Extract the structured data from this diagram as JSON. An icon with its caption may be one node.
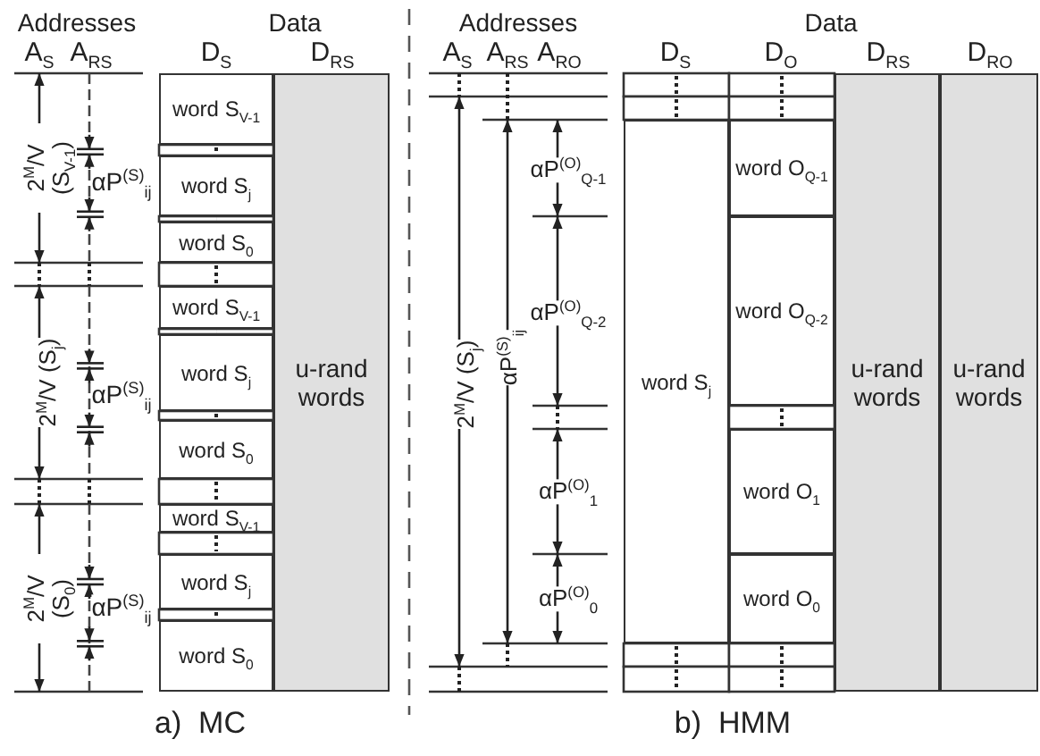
{
  "diagram": {
    "nodes": [
      {
        "text": [
          "word S$_{V-1}$"
        ]
      },
      {
        "text": [
          "word S$_{j}$"
        ]
      },
      {
        "text": [
          "word S$_{0}$"
        ]
      },
      {
        "text": [
          "word S$_{V-1}$"
        ]
      },
      {
        "text": [
          "word S$_{j}$"
        ]
      },
      {
        "text": [
          "word S$_{0}$"
        ]
      },
      {
        "text": [
          "word S$_{V-1}$"
        ]
      },
      {
        "text": [
          "word S$_{j}$"
        ]
      },
      {
        "text": [
          "word S$_{0}$"
        ]
      },
      {
        "text": [
          "u-rand words"
        ]
      },
      {
        "text": [
          "word S$_{j}$"
        ]
      },
      {
        "text": [
          "word O$_{Q-1}$"
        ]
      },
      {
        "text": [
          "word O$_{Q-2}$"
        ]
      },
      {
        "text": [
          "word O$_{1}$"
        ]
      },
      {
        "text": [
          "word O$_{0}$"
        ]
      },
      {
        "text": [
          "u-rand words"
        ]
      },
      {
        "text": [
          "u-rand words"
        ]
      }
    ],
    "labels": [
      "Addresses",
      "Data",
      "A$_{S}$",
      "A$_{RS}$",
      "D$_{S}$",
      "D$_{RS}$",
      "Addresses",
      "Data",
      "A$_{S}$",
      "A$_{RS}$",
      "A$_{RO}$",
      "D$_{S}$",
      "D$_{O}$",
      "D$_{RS}$",
      "D$_{RO}$",
      "2$^{M}$/V (S$_{V-1}$)",
      "αP$^{(S)}$$_{ij}$",
      "2$^{M}$/V (S$_{j}$)",
      "αP$^{(S)}$$_{ij}$",
      "2$^{M}$/V (S$_{0}$)",
      "αP$^{(S)}$$_{ij}$",
      "2$^{M}$/V (S$_{j}$)",
      "αP$^{(S)}$$_{ij}$",
      "αP$^{(O)}$$_{Q-1}$",
      "αP$^{(O)}$$_{Q-2}$",
      "αP$^{(O)}$$_{1}$",
      "αP$^{(O)}$$_{0}$",
      "a)  MC",
      "b)  HMM"
    ]
  }
}
